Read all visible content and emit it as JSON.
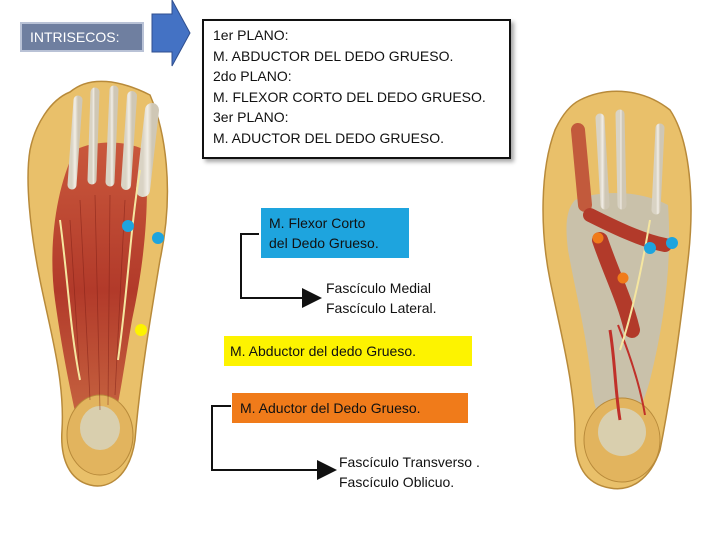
{
  "badge": {
    "label": "INTRISECOS:"
  },
  "planes": {
    "lines": [
      "1er PLANO:",
      "M. ABDUCTOR DEL DEDO GRUESO.",
      "2do PLANO:",
      "M. FLEXOR CORTO DEL DEDO GRUESO.",
      "3er PLANO:",
      "M. ADUCTOR DEL DEDO GRUESO."
    ]
  },
  "flexor": {
    "label_line1": "M. Flexor Corto",
    "label_line2": "del Dedo Grueso.",
    "fasc1": "Fascículo Medial",
    "fasc2": "Fascículo Lateral."
  },
  "abductor": {
    "label": "M. Abductor del dedo Grueso."
  },
  "aductor": {
    "label": "M. Aductor del Dedo Grueso.",
    "fasc1": "Fascículo Transverso .",
    "fasc2": "Fascículo Oblicuo."
  },
  "colors": {
    "blue": "#1ea4de",
    "yellow": "#fdf300",
    "orange": "#f07b1a",
    "arrow": "#4472c4",
    "badge": "#6f7fa0"
  },
  "markers": {
    "left_foot": [
      {
        "color": "blue"
      },
      {
        "color": "blue"
      },
      {
        "color": "yellow"
      }
    ],
    "right_foot": [
      {
        "color": "orange"
      },
      {
        "color": "orange"
      },
      {
        "color": "blue"
      },
      {
        "color": "blue"
      }
    ]
  }
}
